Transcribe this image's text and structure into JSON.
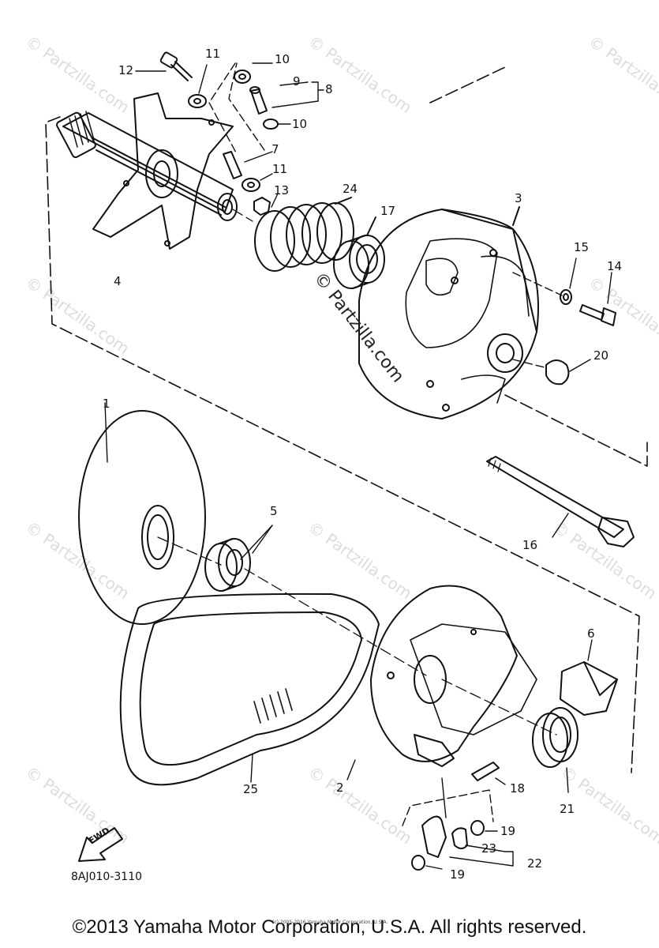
{
  "watermark": {
    "brand": "© Partzilla.com",
    "center_brand": "© Partzilla.com"
  },
  "parts": {
    "p1": "1",
    "p2": "2",
    "p3": "3",
    "p4": "4",
    "p5": "5",
    "p6": "6",
    "p7": "7",
    "p8": "8",
    "p9": "9",
    "p10a": "10",
    "p10b": "10",
    "p11a": "11",
    "p11b": "11",
    "p12": "12",
    "p13": "13",
    "p14": "14",
    "p15": "15",
    "p16": "16",
    "p17": "17",
    "p18": "18",
    "p19a": "19",
    "p19b": "19",
    "p20": "20",
    "p21": "21",
    "p22": "22",
    "p23": "23",
    "p24": "24",
    "p25": "25"
  },
  "fwd_label": "FWD",
  "drawing_code": "8AJ010-3110",
  "tiny_copyright": "(c) 2005-2016 Yamaha Motor Corporation, U.S.A.",
  "footer": "©2013 Yamaha Motor Corporation, U.S.A. All rights reserved."
}
